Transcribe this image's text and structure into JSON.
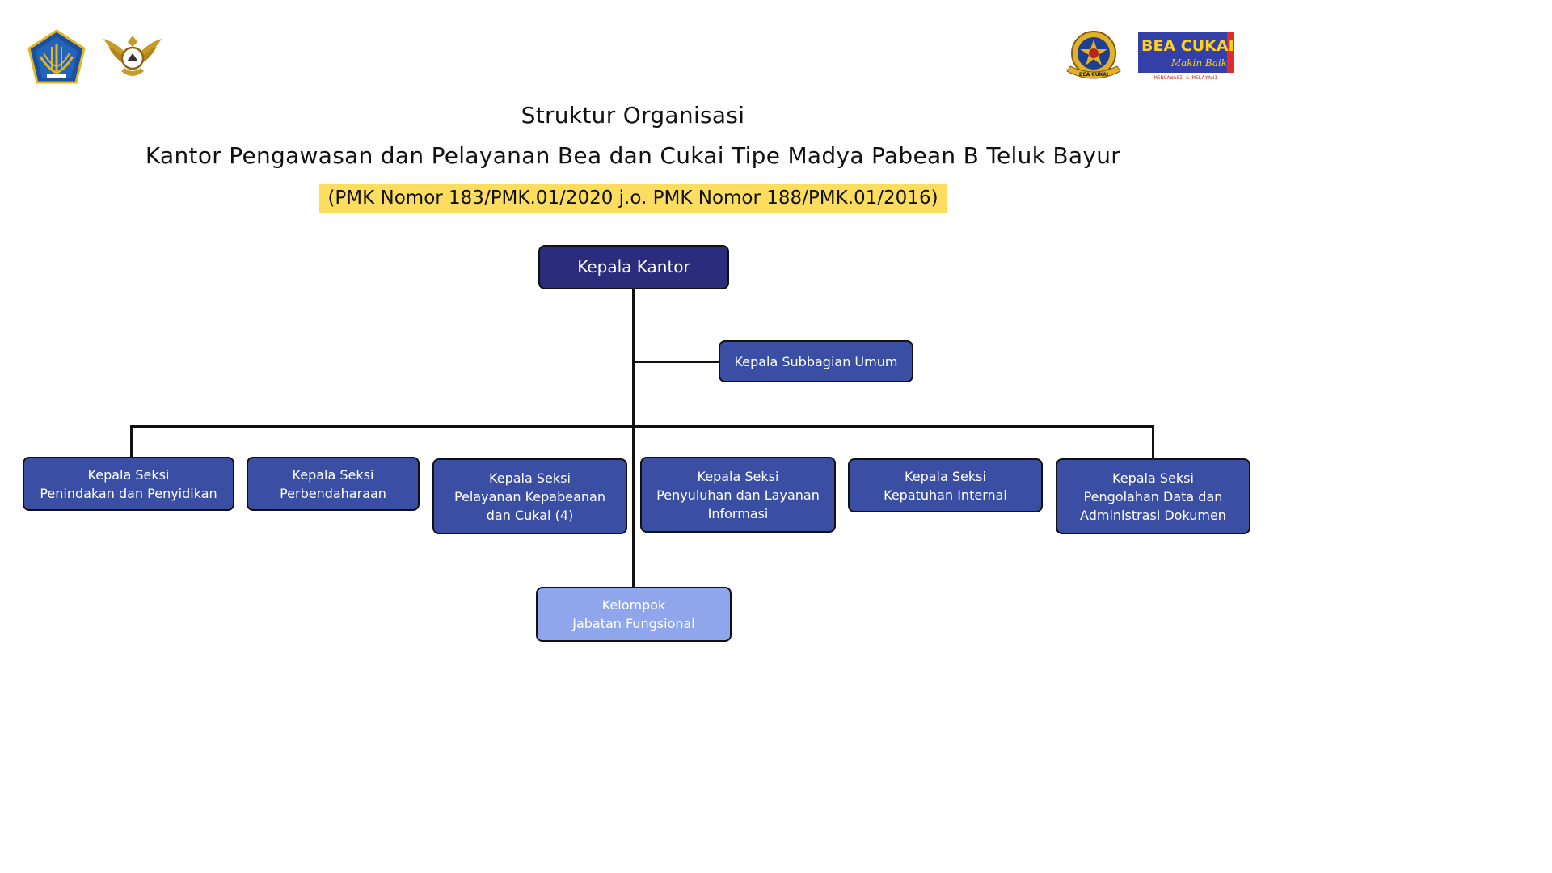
{
  "header": {
    "title": "Struktur Organisasi",
    "subtitle": "Kantor Pengawasan dan Pelayanan Bea dan Cukai Tipe Madya Pabean B Teluk Bayur",
    "reference": "(PMK Nomor 183/PMK.01/2020 j.o. PMK Nomor 188/PMK.01/2016)",
    "reference_highlight": "#FCDD60"
  },
  "logos": {
    "bea_cukai_title": "BEA CUKAI",
    "bea_cukai_tagline": "Makin Baik",
    "bea_cukai_motto": "MENGAWASI & MELAYANI",
    "seal_label": "BEA CUKAI"
  },
  "org": {
    "head": "Kepala Kantor",
    "subbagian": "Kepala Subbagian Umum",
    "sections": [
      "Kepala Seksi\nPenindakan dan Penyidikan",
      "Kepala Seksi\nPerbendaharaan",
      "Kepala Seksi\nPelayanan Kepabeanan\ndan Cukai (4)",
      "Kepala Seksi\nPenyuluhan dan Layanan\nInformasi",
      "Kepala Seksi\nKepatuhan Internal",
      "Kepala Seksi\nPengolahan Data dan\nAdministrasi Dokumen"
    ],
    "functional": "Kelompok\nJabatan Fungsional"
  },
  "colors": {
    "head_box": "#2B2C7C",
    "section_box": "#3A4FA4",
    "functional_box": "#8FA6EC",
    "connector": "#111111"
  }
}
